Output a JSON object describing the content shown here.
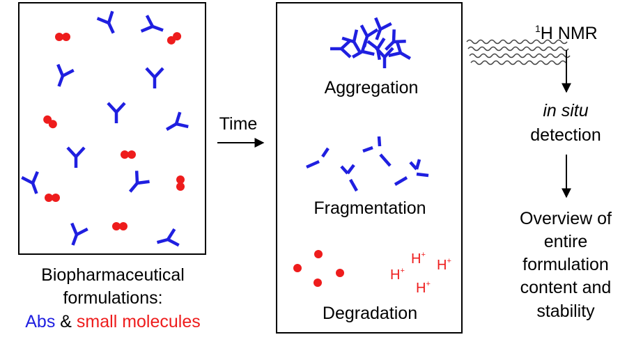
{
  "panels": {
    "left": {
      "caption_line1": "Biopharmaceutical",
      "caption_line2": "formulations:",
      "caption_abs": "Abs",
      "caption_amp": " & ",
      "caption_small": "small molecules"
    },
    "middle": {
      "aggregation": "Aggregation",
      "fragmentation": "Fragmentation",
      "degradation": "Degradation",
      "h_plus_base": "H",
      "h_plus_sup": "+"
    },
    "arrow_label": "Time",
    "right": {
      "nmr_sup": "1",
      "nmr_label": "H NMR",
      "insitu_italic": "in situ",
      "detection": "detection",
      "overview_lines": [
        "Overview of",
        "entire",
        "formulation",
        "content and",
        "stability"
      ]
    }
  },
  "colors": {
    "antibody": "#1f1fe0",
    "small_molecule": "#ee1c1c",
    "text": "#000000"
  }
}
